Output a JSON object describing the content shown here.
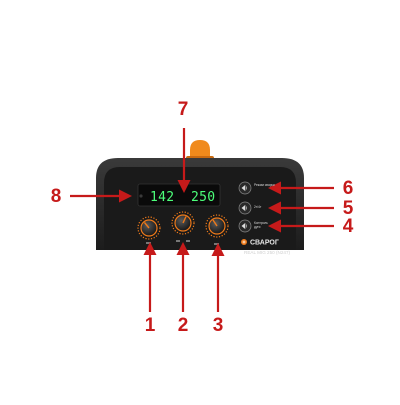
{
  "device": {
    "display_left_value": "142",
    "display_right_value": "250",
    "brand_name": "СВАРОГ",
    "model_name": "REAL MIG 250 (N247)",
    "button_captions": [
      "Режим сварки",
      "2т/4т",
      "Контроль\nдуги"
    ],
    "colors": {
      "body": "#2b2b2b",
      "panel": "#161616",
      "display_digits": "#4cff7a",
      "knob_accent": "#ee7a1a",
      "handle": "#f08a1c",
      "callout": "#c61a1a"
    }
  },
  "callouts": [
    {
      "number": "1",
      "target": "left-knob"
    },
    {
      "number": "2",
      "target": "middle-knob"
    },
    {
      "number": "3",
      "target": "right-knob"
    },
    {
      "number": "4",
      "target": "arc-control-button"
    },
    {
      "number": "5",
      "target": "2t-4t-button"
    },
    {
      "number": "6",
      "target": "welding-mode-button"
    },
    {
      "number": "7",
      "target": "digital-display"
    },
    {
      "number": "8",
      "target": "indicator-led"
    }
  ]
}
